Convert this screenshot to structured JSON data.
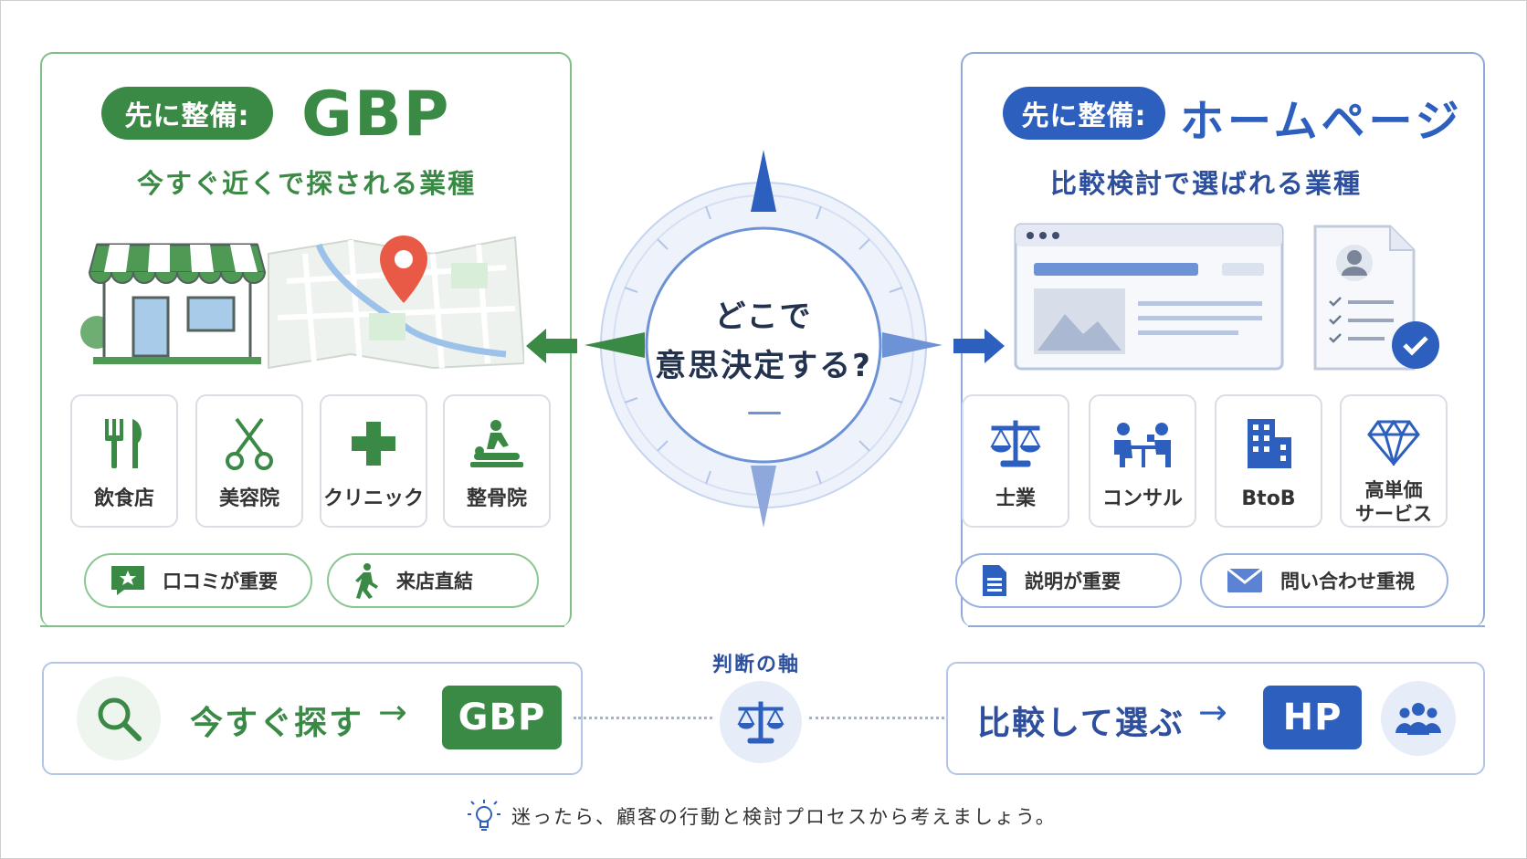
{
  "left_panel": {
    "badge": "先に整備:",
    "title": "GBP",
    "subtitle": "今すぐ近くで探される業種",
    "illustration_icons": [
      "storefront-icon",
      "map-pin-icon"
    ],
    "industries": [
      {
        "label": "飲食店",
        "icon": "fork-knife-icon"
      },
      {
        "label": "美容院",
        "icon": "scissors-icon"
      },
      {
        "label": "クリニック",
        "icon": "medical-cross-icon"
      },
      {
        "label": "整骨院",
        "icon": "massage-icon"
      }
    ],
    "tags": [
      {
        "label": "口コミが重要",
        "icon": "review-star-icon"
      },
      {
        "label": "来店直結",
        "icon": "walking-person-icon"
      }
    ]
  },
  "right_panel": {
    "badge": "先に整備:",
    "title": "ホームページ",
    "subtitle": "比較検討で選ばれる業種",
    "illustration_icons": [
      "browser-window-icon",
      "profile-document-check-icon"
    ],
    "industries": [
      {
        "label": "士業",
        "icon": "scales-icon"
      },
      {
        "label": "コンサル",
        "icon": "consultation-icon"
      },
      {
        "label": "BtoB",
        "icon": "building-icon"
      },
      {
        "label_line1": "高単価",
        "label_line2": "サービス",
        "icon": "diamond-icon"
      }
    ],
    "tags": [
      {
        "label": "説明が重要",
        "icon": "document-icon"
      },
      {
        "label": "問い合わせ重視",
        "icon": "mail-icon"
      }
    ]
  },
  "center": {
    "line1": "どこで",
    "line2": "意思決定する?"
  },
  "bottom": {
    "axis_label": "判断の軸",
    "left_text": "今すぐ探す",
    "left_arrow": "→",
    "left_button": "GBP",
    "right_text": "比較して選ぶ",
    "right_arrow": "→",
    "right_button": "HP"
  },
  "footer": {
    "text": "迷ったら、顧客の行動と検討プロセスから考えましょう。"
  },
  "colors": {
    "green": "#3a8a45",
    "blue": "#2d5fbf",
    "red_pin": "#e85a45"
  }
}
